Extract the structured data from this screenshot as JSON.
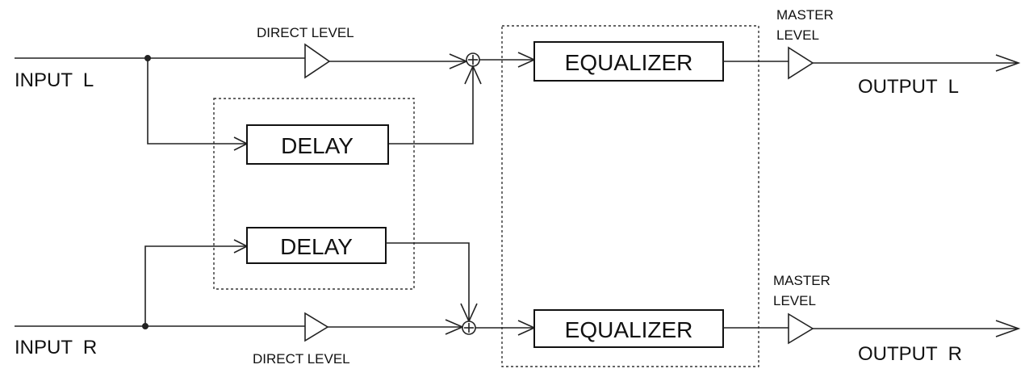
{
  "inputs": {
    "left": "INPUT  L",
    "right": "INPUT  R"
  },
  "outputs": {
    "left": "OUTPUT  L",
    "right": "OUTPUT  R"
  },
  "direct_level": {
    "top": "DIRECT LEVEL",
    "bottom": "DIRECT LEVEL"
  },
  "delay": {
    "top": "DELAY",
    "bottom": "DELAY"
  },
  "equalizer": {
    "top": "EQUALIZER",
    "bottom": "EQUALIZER"
  },
  "master_level": {
    "top_line1": "MASTER",
    "top_line2": "LEVEL",
    "bottom_line1": "MASTER",
    "bottom_line2": "LEVEL"
  }
}
